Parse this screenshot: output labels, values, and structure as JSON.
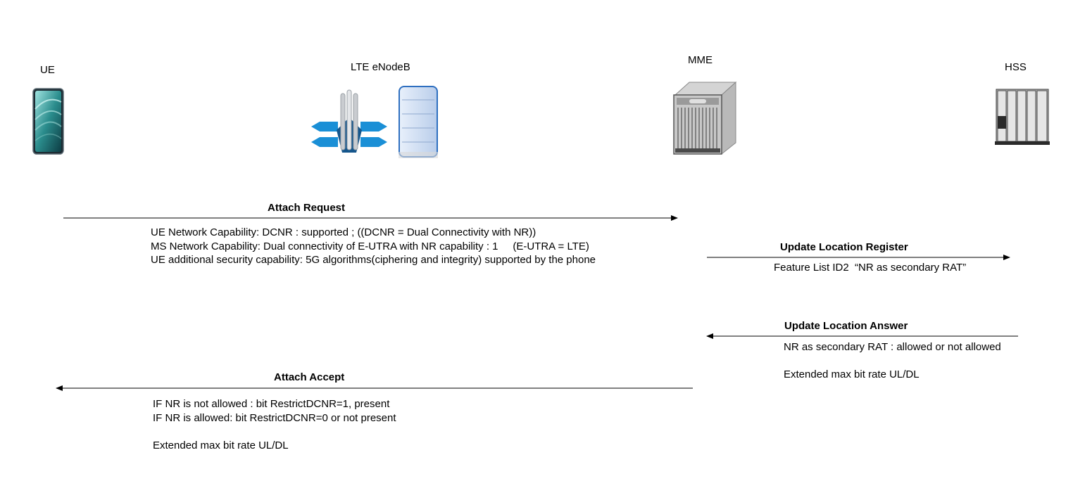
{
  "nodes": {
    "ue": "UE",
    "enodeb": "LTE eNodeB",
    "mme": "MME",
    "hss": "HSS"
  },
  "messages": {
    "attach_request": {
      "title": "Attach Request",
      "lines": [
        "UE Network Capability: DCNR : supported ; ((DCNR = Dual Connectivity with NR))",
        "MS Network Capability: Dual connectivity of E-UTRA with NR capability : 1     (E-UTRA = LTE)",
        "UE additional security capability: 5G algorithms(ciphering and integrity) supported by the phone"
      ]
    },
    "update_location_register": {
      "title": "Update Location Register",
      "lines": [
        "Feature List ID2  “NR as secondary RAT”"
      ]
    },
    "update_location_answer": {
      "title": "Update Location Answer",
      "lines": [
        "NR as secondary RAT : allowed or not allowed",
        "",
        "Extended max bit rate UL/DL"
      ]
    },
    "attach_accept": {
      "title": "Attach Accept",
      "lines": [
        "IF NR is not allowed : bit RestrictDCNR=1, present",
        "IF NR is allowed: bit RestrictDCNR=0 or not present",
        "",
        "Extended max bit rate UL/DL"
      ]
    }
  },
  "icons": {
    "ue": "smartphone-icon",
    "enodeb_antenna": "antenna-icon",
    "enodeb_cabinet": "server-cabinet-icon",
    "mme": "network-chassis-icon",
    "hss": "server-rack-icon"
  },
  "colors": {
    "line": "#000000",
    "phone_screen": "#2a8c8c",
    "antenna_blue": "#1a8fd6",
    "cabinet_blue": "#2e6fc0"
  }
}
